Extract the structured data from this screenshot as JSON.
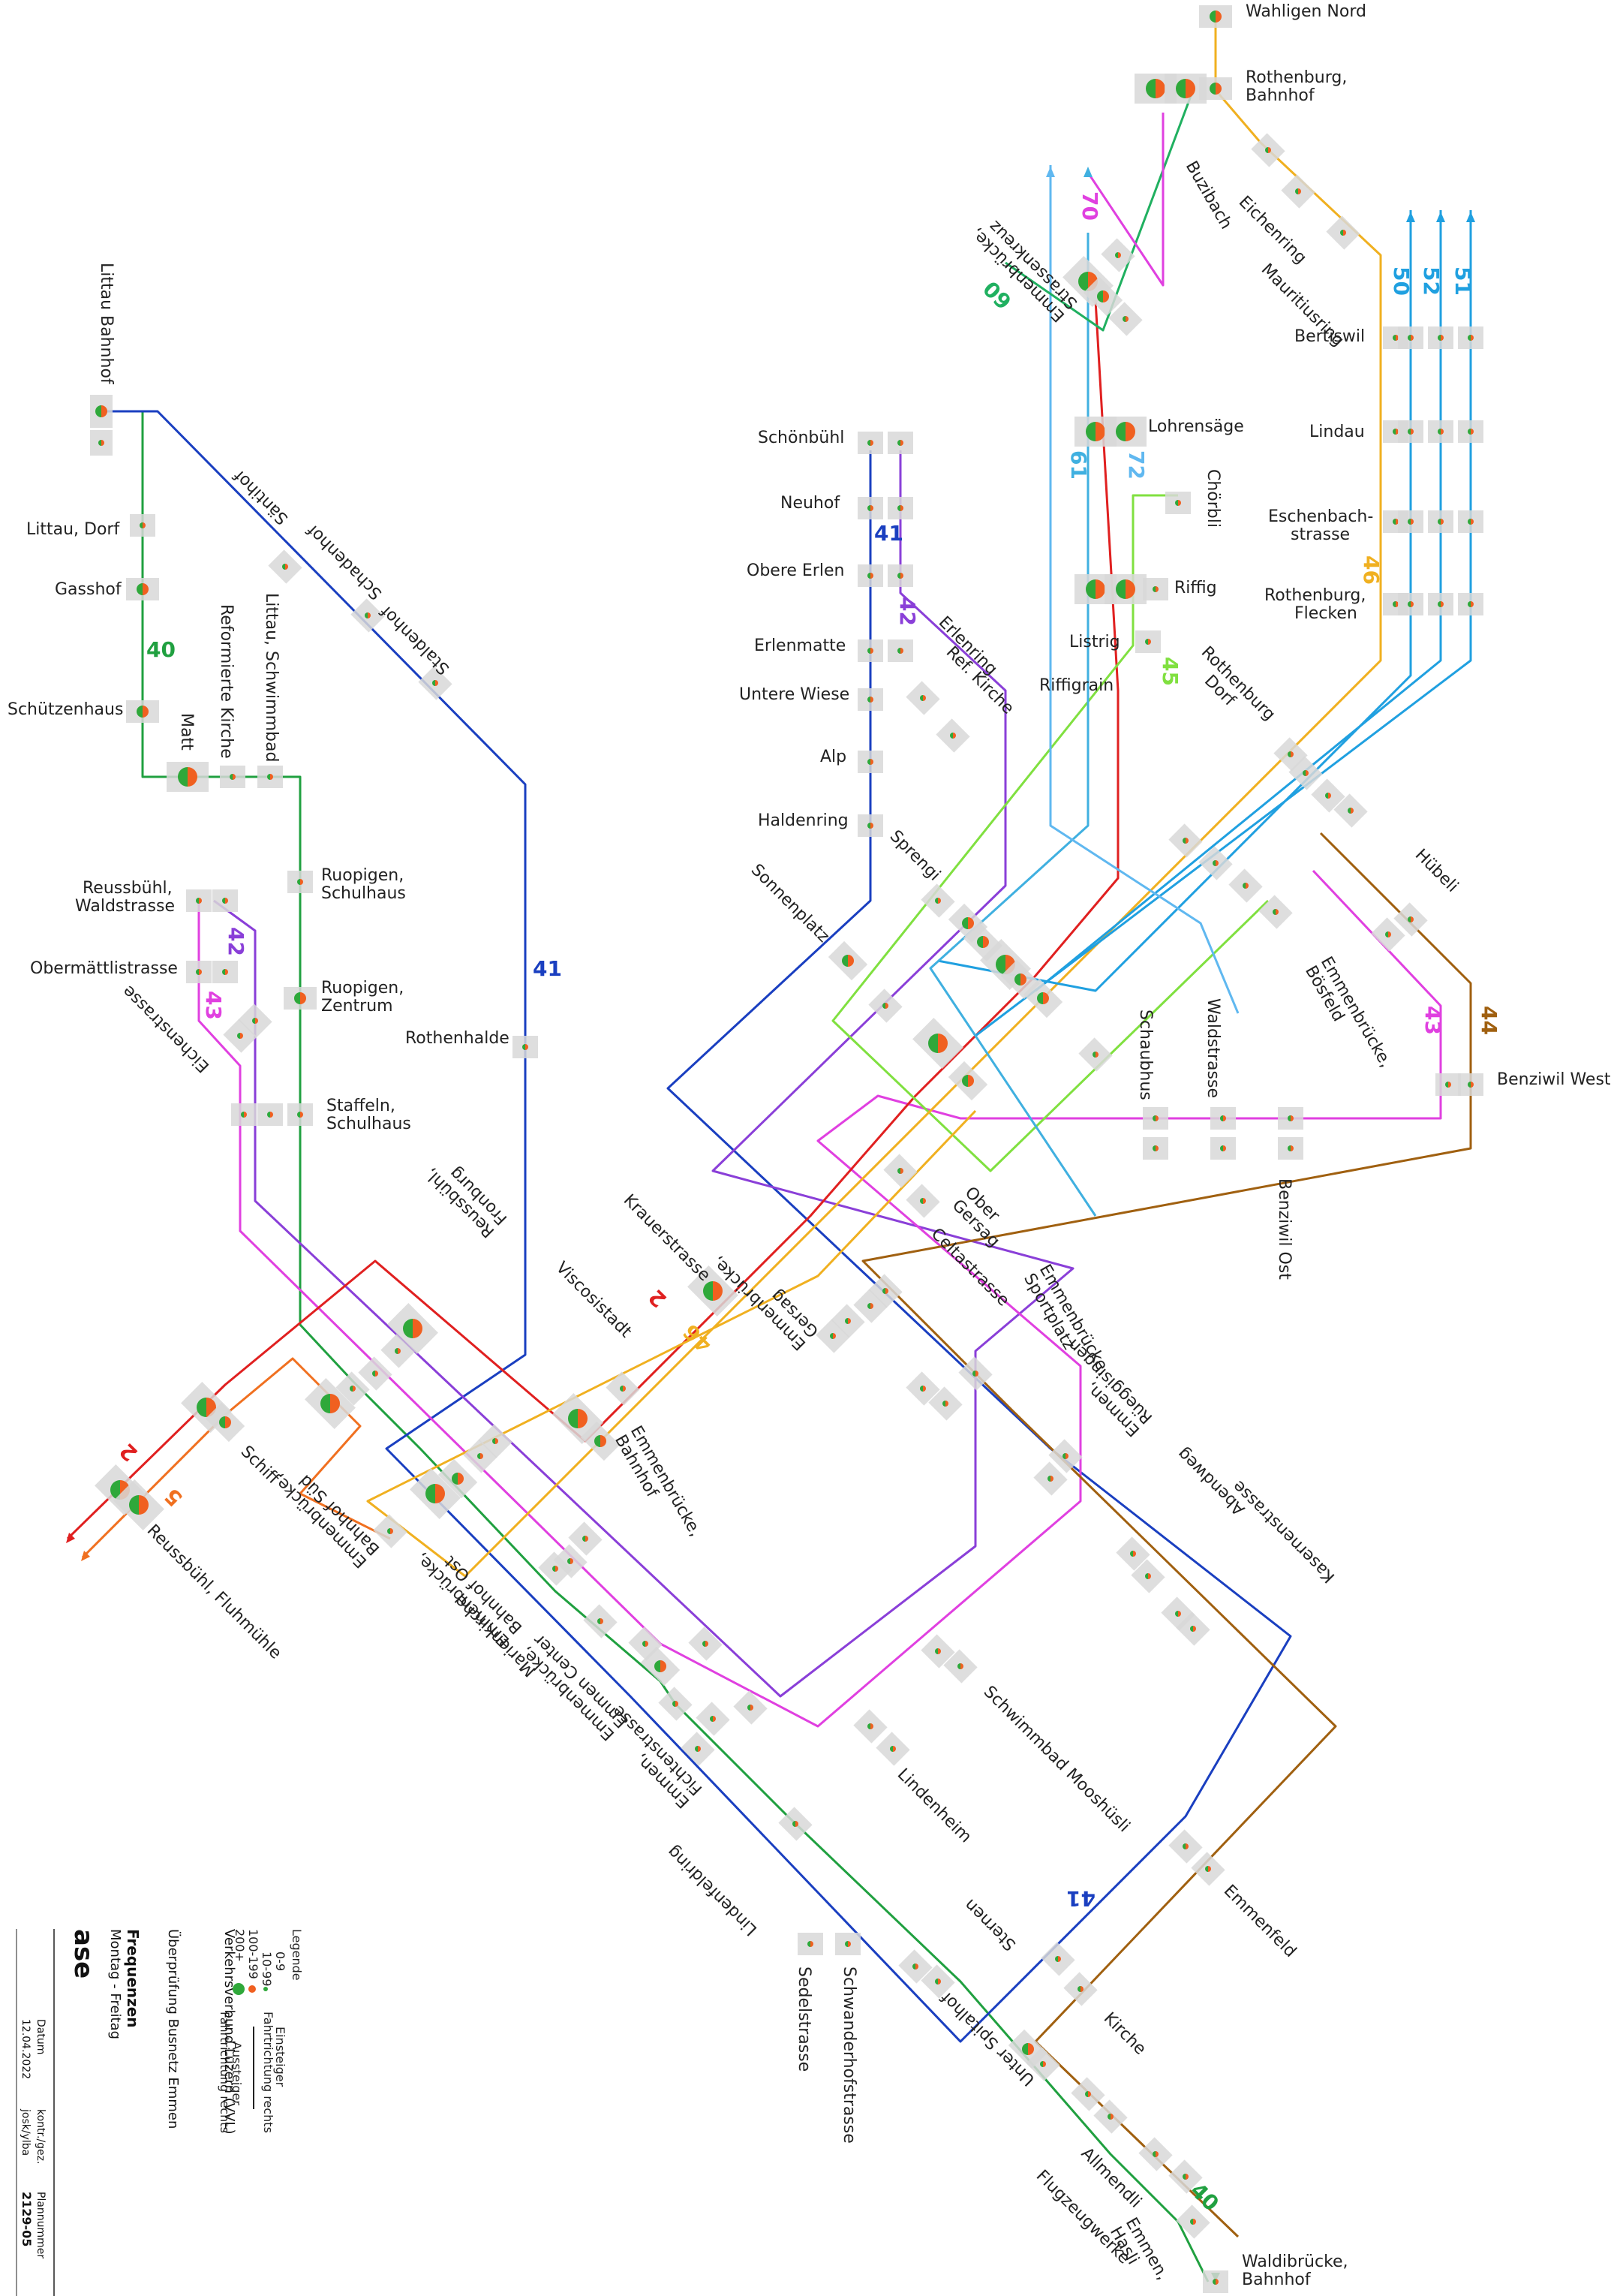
{
  "colors": {
    "line_2": "#e02020",
    "line_5": "#f07020",
    "line_40": "#20a040",
    "line_41": "#1a3fc0",
    "line_42": "#8a3fd8",
    "line_43": "#e040e0",
    "line_44": "#a06010",
    "line_45": "#80e040",
    "line_46": "#f0b020",
    "line_50": "#20a0e0",
    "line_60": "#20b060",
    "line_61": "#40b0e0",
    "line_70": "#e040e0",
    "line_72": "#60b8f0",
    "marker_green": "#2fa83a",
    "marker_orange": "#f06020",
    "stop_bg": "#d8d8d8"
  },
  "line_labels": [
    {
      "id": "2",
      "text": "2",
      "color_key": "line_2"
    },
    {
      "id": "2b",
      "text": "2",
      "color_key": "line_2"
    },
    {
      "id": "5",
      "text": "5",
      "color_key": "line_5"
    },
    {
      "id": "40",
      "text": "40",
      "color_key": "line_40"
    },
    {
      "id": "40b",
      "text": "40",
      "color_key": "line_40"
    },
    {
      "id": "41",
      "text": "41",
      "color_key": "line_41"
    },
    {
      "id": "41b",
      "text": "41",
      "color_key": "line_41"
    },
    {
      "id": "41c",
      "text": "41",
      "color_key": "line_41"
    },
    {
      "id": "42",
      "text": "42",
      "color_key": "line_42"
    },
    {
      "id": "42b",
      "text": "42",
      "color_key": "line_42"
    },
    {
      "id": "43",
      "text": "43",
      "color_key": "line_43"
    },
    {
      "id": "43b",
      "text": "43",
      "color_key": "line_43"
    },
    {
      "id": "44",
      "text": "44",
      "color_key": "line_44"
    },
    {
      "id": "45",
      "text": "45",
      "color_key": "line_45"
    },
    {
      "id": "46",
      "text": "46",
      "color_key": "line_46"
    },
    {
      "id": "46b",
      "text": "46",
      "color_key": "line_46"
    },
    {
      "id": "50",
      "text": "50",
      "color_key": "line_50"
    },
    {
      "id": "51",
      "text": "51",
      "color_key": "line_50"
    },
    {
      "id": "52",
      "text": "52",
      "color_key": "line_50"
    },
    {
      "id": "60",
      "text": "60",
      "color_key": "line_60"
    },
    {
      "id": "61",
      "text": "61",
      "color_key": "line_61"
    },
    {
      "id": "70",
      "text": "70",
      "color_key": "line_70"
    },
    {
      "id": "72",
      "text": "72",
      "color_key": "line_72"
    }
  ],
  "stops": [
    {
      "id": "wahligen",
      "name": "Wahligen Nord"
    },
    {
      "id": "rothenburg_bhf",
      "name": "Rothenburg,\nBahnhof"
    },
    {
      "id": "buzibach",
      "name": "Buzibach"
    },
    {
      "id": "eichenring",
      "name": "Eichenring"
    },
    {
      "id": "mauritiusring",
      "name": "Mauritiusring"
    },
    {
      "id": "bertiswil",
      "name": "Bertiswil"
    },
    {
      "id": "lindau",
      "name": "Lindau"
    },
    {
      "id": "eschenbachstrasse",
      "name": "Eschenbach-\nstrasse"
    },
    {
      "id": "rothenburg_flecken",
      "name": "Rothenburg,\nFlecken"
    },
    {
      "id": "rothenburg_dorf",
      "name": "Rothenburg\nDorf"
    },
    {
      "id": "huebeli",
      "name": "Hübeli"
    },
    {
      "id": "emmenbruecke_boesfeld",
      "name": "Emmenbrücke,\nBösfeld"
    },
    {
      "id": "benziwil_west",
      "name": "Benziwil West"
    },
    {
      "id": "benziwil_ost",
      "name": "Benziwil Ost"
    },
    {
      "id": "waldstrasse",
      "name": "Waldstrasse"
    },
    {
      "id": "schaubhus",
      "name": "Schaubhus"
    },
    {
      "id": "lohrensaege",
      "name": "Lohrensäge"
    },
    {
      "id": "choerbli",
      "name": "Chörbli"
    },
    {
      "id": "riffig",
      "name": "Riffig"
    },
    {
      "id": "listrig",
      "name": "Listrig"
    },
    {
      "id": "riffigrain",
      "name": "Riffigrain"
    },
    {
      "id": "strassenkreuz",
      "name": "Emmenbrücke,\nStrassenkreuz"
    },
    {
      "id": "schoenbuehl",
      "name": "Schönbühl"
    },
    {
      "id": "neuhof",
      "name": "Neuhof"
    },
    {
      "id": "obere_erlen",
      "name": "Obere Erlen"
    },
    {
      "id": "erlenmatte",
      "name": "Erlenmatte"
    },
    {
      "id": "untere_wiese",
      "name": "Untere Wiese"
    },
    {
      "id": "alp",
      "name": "Alp"
    },
    {
      "id": "haldenring",
      "name": "Haldenring"
    },
    {
      "id": "erlenring",
      "name": "Erlenring"
    },
    {
      "id": "ref_kirche",
      "name": "Ref. Kirche"
    },
    {
      "id": "sprengi",
      "name": "Sprengi"
    },
    {
      "id": "sonnenplatz",
      "name": "Sonnenplatz"
    },
    {
      "id": "littau_bhf",
      "name": "Littau Bahnhof"
    },
    {
      "id": "littau_dorf",
      "name": "Littau, Dorf"
    },
    {
      "id": "gasshof",
      "name": "Gasshof"
    },
    {
      "id": "schuetzenhaus",
      "name": "Schützenhaus"
    },
    {
      "id": "matt",
      "name": "Matt"
    },
    {
      "id": "reformierte_kirche",
      "name": "Reformierte Kirche"
    },
    {
      "id": "littau_schwimmbad",
      "name": "Littau, Schwimmbad"
    },
    {
      "id": "saentihof",
      "name": "Säntihof"
    },
    {
      "id": "schadenhof",
      "name": "Schadenhof"
    },
    {
      "id": "staldenhof",
      "name": "Staldenhof"
    },
    {
      "id": "reussbuehl_waldstrasse",
      "name": "Reussbühl,\nWaldstrasse"
    },
    {
      "id": "obermaettlistrasse",
      "name": "Obermättlistrasse"
    },
    {
      "id": "ruopigen_schulhaus",
      "name": "Ruopigen,\nSchulhaus"
    },
    {
      "id": "ruopigen_zentrum",
      "name": "Ruopigen,\nZentrum"
    },
    {
      "id": "eichenstrasse",
      "name": "Eichenstrasse"
    },
    {
      "id": "staffeln",
      "name": "Staffeln,\nSchulhaus"
    },
    {
      "id": "rothenhalde",
      "name": "Rothenhalde"
    },
    {
      "id": "reussbuehl_fronburg",
      "name": "Reussbühl,\nFronburg"
    },
    {
      "id": "viscosistadt",
      "name": "Viscosistadt"
    },
    {
      "id": "krauerstrasse",
      "name": "Krauerstrasse"
    },
    {
      "id": "schiff",
      "name": "Schiff"
    },
    {
      "id": "reussbuehl_fluhmuehle",
      "name": "Reussbühl, Fluhmühle"
    },
    {
      "id": "emmenbruecke_bhf",
      "name": "Emmenbrücke,\nBahnhof"
    },
    {
      "id": "emmenbruecke_bhf_sued",
      "name": "Emmenbrücke,\nBahnhof Süd"
    },
    {
      "id": "emmenbruecke_bhf_ost",
      "name": "Emmenbrücke,\nBahnhof Ost"
    },
    {
      "id": "ober_gersag",
      "name": "Ober\nGersag"
    },
    {
      "id": "celtastrasse",
      "name": "Celtastrasse"
    },
    {
      "id": "sportplatz",
      "name": "Emmenbrücke,\nSportplatz"
    },
    {
      "id": "gersag",
      "name": "Emmenbrücke,\nGersag"
    },
    {
      "id": "rueggisingen",
      "name": "Emmen,\nRüeggisingen"
    },
    {
      "id": "abendweg",
      "name": "Abendweg"
    },
    {
      "id": "kasernenstrasse",
      "name": "Kasernenstrasse"
    },
    {
      "id": "marienkirche",
      "name": "Marienkirche"
    },
    {
      "id": "emmen_center",
      "name": "Emmenbrücke,\nEmmen Center"
    },
    {
      "id": "fichtenstrasse",
      "name": "Emmen,\nFichtenstrasse"
    },
    {
      "id": "schwimmbad_mooshuesli",
      "name": "Schwimmbad Mooshüsli"
    },
    {
      "id": "lindenheim",
      "name": "Lindenheim"
    },
    {
      "id": "lindenfeldring",
      "name": "Lindenfeldring"
    },
    {
      "id": "emmenfeld",
      "name": "Emmenfeld"
    },
    {
      "id": "sternen",
      "name": "Sternen"
    },
    {
      "id": "kirche",
      "name": "Kirche"
    },
    {
      "id": "sedelstrasse",
      "name": "Sedelstrasse"
    },
    {
      "id": "schwanderhofstrasse",
      "name": "Schwanderhofstrasse"
    },
    {
      "id": "unter_spitalhof",
      "name": "Unter Spitalhof"
    },
    {
      "id": "allmendli",
      "name": "Allmendli"
    },
    {
      "id": "flugzeugwerke",
      "name": "Flugzeugwerke"
    },
    {
      "id": "emmen_hasli",
      "name": "Emmen,\nHasli"
    },
    {
      "id": "waldibruecke",
      "name": "Waldibrücke,\nBahnhof"
    }
  ],
  "legend": {
    "title": "Legende",
    "row1": "0-9",
    "row2": "10-99",
    "row3": "100-199",
    "row4": "200+",
    "einsteiger_rechts": "Einsteiger\nFahrtrichtung rechts",
    "aussteiger_rechts": "Aussteiger\nFahrtrichtung rechts",
    "aussteiger": "Aussteiger\nFahrtrichtung rechts",
    "einsteiger": "Einsteiger\nFahrtrichtung rechts"
  },
  "title_block": {
    "org": "Verkehrsverbund Luzern (VVL)",
    "project": "Überprüfung Busnetz Emmen",
    "heading": "Frequenzen",
    "subheading": "Montag - Freitag",
    "col_datum_label": "Datum",
    "col_datum": "12.04.2022",
    "col_kontr_label": "kontr./gez.",
    "col_kontr": "josk/ylba",
    "col_plan_label": "Plannummer",
    "col_plan": "2129-05",
    "logo": "ase"
  }
}
